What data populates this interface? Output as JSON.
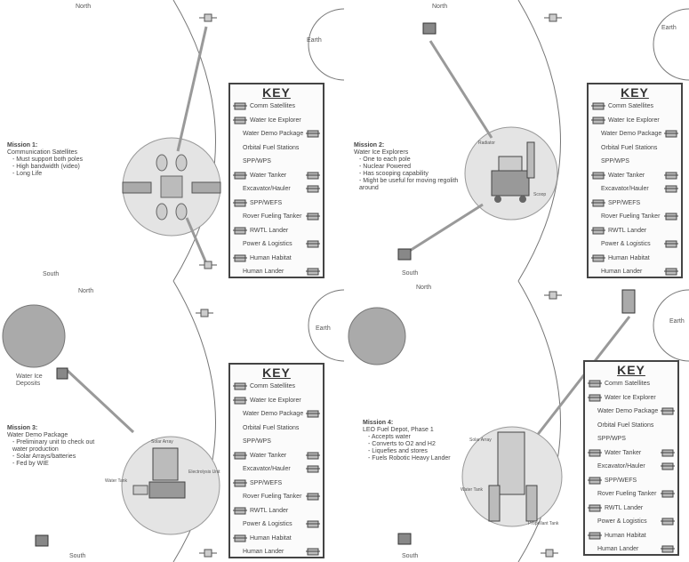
{
  "labels": {
    "north": "North",
    "south": "South",
    "earth": "Earth"
  },
  "key": {
    "title": "KEY",
    "items": [
      {
        "label": "Comm Satellites",
        "icon": "comm-satellite-icon",
        "side": "left"
      },
      {
        "label": "Water Ice Explorer",
        "icon": "rover-icon",
        "side": "left"
      },
      {
        "label": "Water Demo Package",
        "icon": "demo-package-icon",
        "side": "right"
      },
      {
        "label": "Orbital Fuel Stations",
        "icon": "",
        "side": "none"
      },
      {
        "label": "SPP/WPS",
        "icon": "",
        "side": "none"
      },
      {
        "label": "Water Tanker",
        "icon": "tanker-icon",
        "side": "both"
      },
      {
        "label": "Excavator/Hauler",
        "icon": "excavator-icon",
        "side": "right"
      },
      {
        "label": "SPP/WEFS",
        "icon": "wefs-icon",
        "side": "left"
      },
      {
        "label": "Rover Fueling Tanker",
        "icon": "fuel-tanker-icon",
        "side": "right"
      },
      {
        "label": "RWTL Lander",
        "icon": "lander-icon",
        "side": "left"
      },
      {
        "label": "Power & Logistics",
        "icon": "logistics-icon",
        "side": "right"
      },
      {
        "label": "Human Habitat",
        "icon": "habitat-icon",
        "side": "left"
      },
      {
        "label": "Human Lander",
        "icon": "human-lander-icon",
        "side": "right"
      }
    ]
  },
  "missions": [
    {
      "title": "Mission 1:",
      "subtitle": "Communication Satellites",
      "bullets": [
        "Must support both poles",
        "High bandwidth (video)",
        "Long Life"
      ]
    },
    {
      "title": "Mission 2:",
      "subtitle": "Water Ice Explorers",
      "bullets": [
        "One to each pole",
        "Nuclear Powered",
        "Has scooping capability",
        "Might be useful for moving regolith around"
      ]
    },
    {
      "title": "Mission 3:",
      "subtitle": "Water Demo Package",
      "bullets": [
        "Preliminary unit to check out water production",
        "Solar Arrays/batteries",
        "Fed by WIE"
      ]
    },
    {
      "title": "Mission 4:",
      "subtitle": "LEO Fuel Depot, Phase 1",
      "bullets": [
        "Accepts water",
        "Converts to O2 and H2",
        "Liquefies and stores",
        "Fuels Robotic Heavy Lander"
      ]
    }
  ],
  "callouts": {
    "deposits": "Water Ice Deposits",
    "m2_a": "Radiator",
    "m2_b": "Scoop",
    "m3_a": "Solar Array",
    "m3_b": "Water Tank",
    "m3_c": "Electrolysis Unit",
    "m4_a": "Solar Array",
    "m4_b": "Water Tank",
    "m4_c": "Propellant Tank"
  }
}
